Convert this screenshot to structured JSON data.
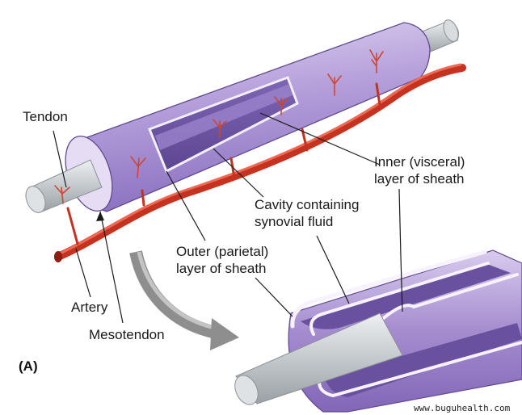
{
  "labels": {
    "tendon": "Tendon",
    "inner_layer": [
      "Inner (visceral)",
      "layer of sheath"
    ],
    "cavity": [
      "Cavity containing",
      "synovial fluid"
    ],
    "outer_layer": [
      "Outer (parietal)",
      "layer of sheath"
    ],
    "artery": "Artery",
    "mesotendon": "Mesotendon",
    "panel": "(A)"
  },
  "watermark": "www.buguhealth.com",
  "colors": {
    "sheath": "#b9a3dc",
    "sheath_dark": "#7c62b3",
    "sheath_light": "#e1d6f3",
    "tendon": "#c9ced2",
    "artery": "#d63a2b",
    "arrow": "#8e8e8e"
  }
}
